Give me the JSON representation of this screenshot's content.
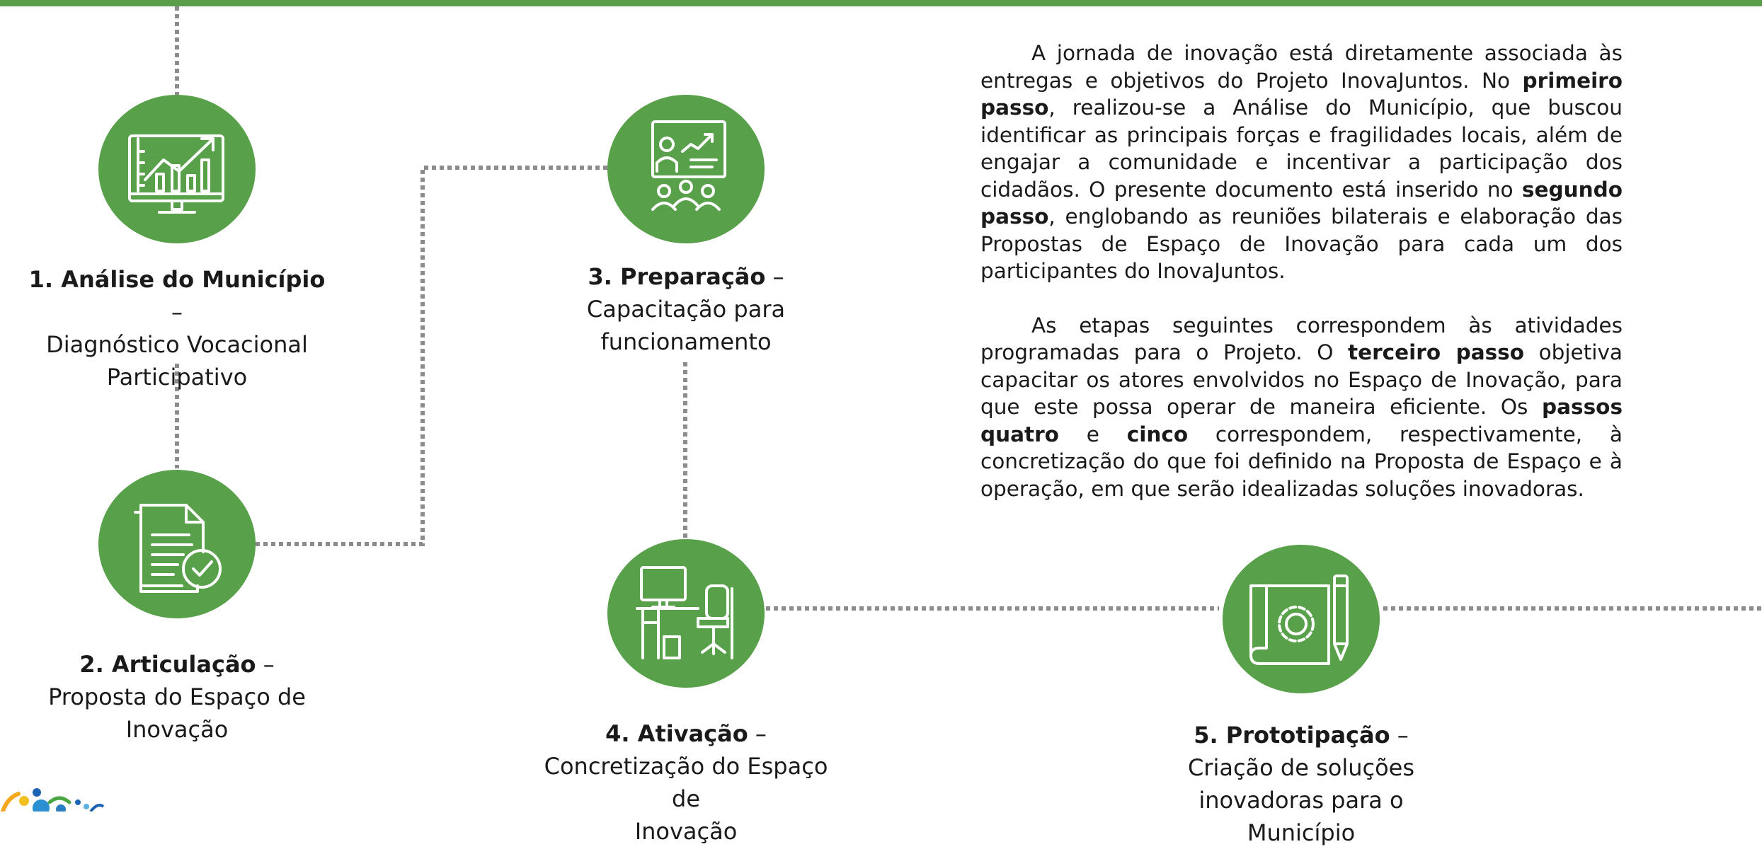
{
  "steps": [
    {
      "title": "1. Análise do Município",
      "dash": " –",
      "sub1": "Diagnóstico Vocacional",
      "sub2": "Participativo",
      "icon": "monitor-chart-icon"
    },
    {
      "title": "2. Articulação",
      "dash": " –",
      "sub1": "Proposta do Espaço de Inovação",
      "icon": "document-check-icon"
    },
    {
      "title": "3. Preparação",
      "dash": " –",
      "sub1": "Capacitação para",
      "sub2": "funcionamento",
      "icon": "presentation-audience-icon"
    },
    {
      "title": "4. Ativação",
      "dash": " –",
      "sub1": "Concretização do Espaço de",
      "sub2": "Inovação",
      "icon": "desk-workstation-icon"
    },
    {
      "title": "5. Prototipação",
      "dash": " –",
      "sub1": "Criação de soluções",
      "sub2": "inovadoras para o Município",
      "icon": "blueprint-gear-icon"
    }
  ],
  "paragraph1": {
    "t1": "A jornada de inovação está diretamente associada às entregas e objetivos do Projeto InovaJuntos. No ",
    "b1": "primeiro passo",
    "t2": ", realizou-se a Análise do Município, que buscou identificar as principais forças e fragilidades locais, além de engajar a comunidade e incentivar a participação dos cidadãos. O presente documento está inserido no ",
    "b2": "segundo passo",
    "t3": ", englobando as reuniões bilaterais e elaboração das Propostas de Espaço de Inovação para cada um dos participantes do InovaJuntos."
  },
  "paragraph2": {
    "t1": "As etapas seguintes correspondem às atividades programadas para o Projeto. O ",
    "b1": "terceiro passo",
    "t2": " objetiva capacitar os atores envolvidos no Espaço de Inovação, para que este possa operar de maneira eficiente. Os ",
    "b2": "passos quatro",
    "t3": " e ",
    "b3": "cinco",
    "t4": " correspondem, respectivamente, à concretização do que foi definido na Proposta de Espaço e à operação, em que serão idealizadas soluções inovadoras."
  },
  "colors": {
    "accent": "#58a04a",
    "topbar": "#5a9e4b",
    "connector": "#8c8c8c",
    "text": "#1a1a1a"
  }
}
